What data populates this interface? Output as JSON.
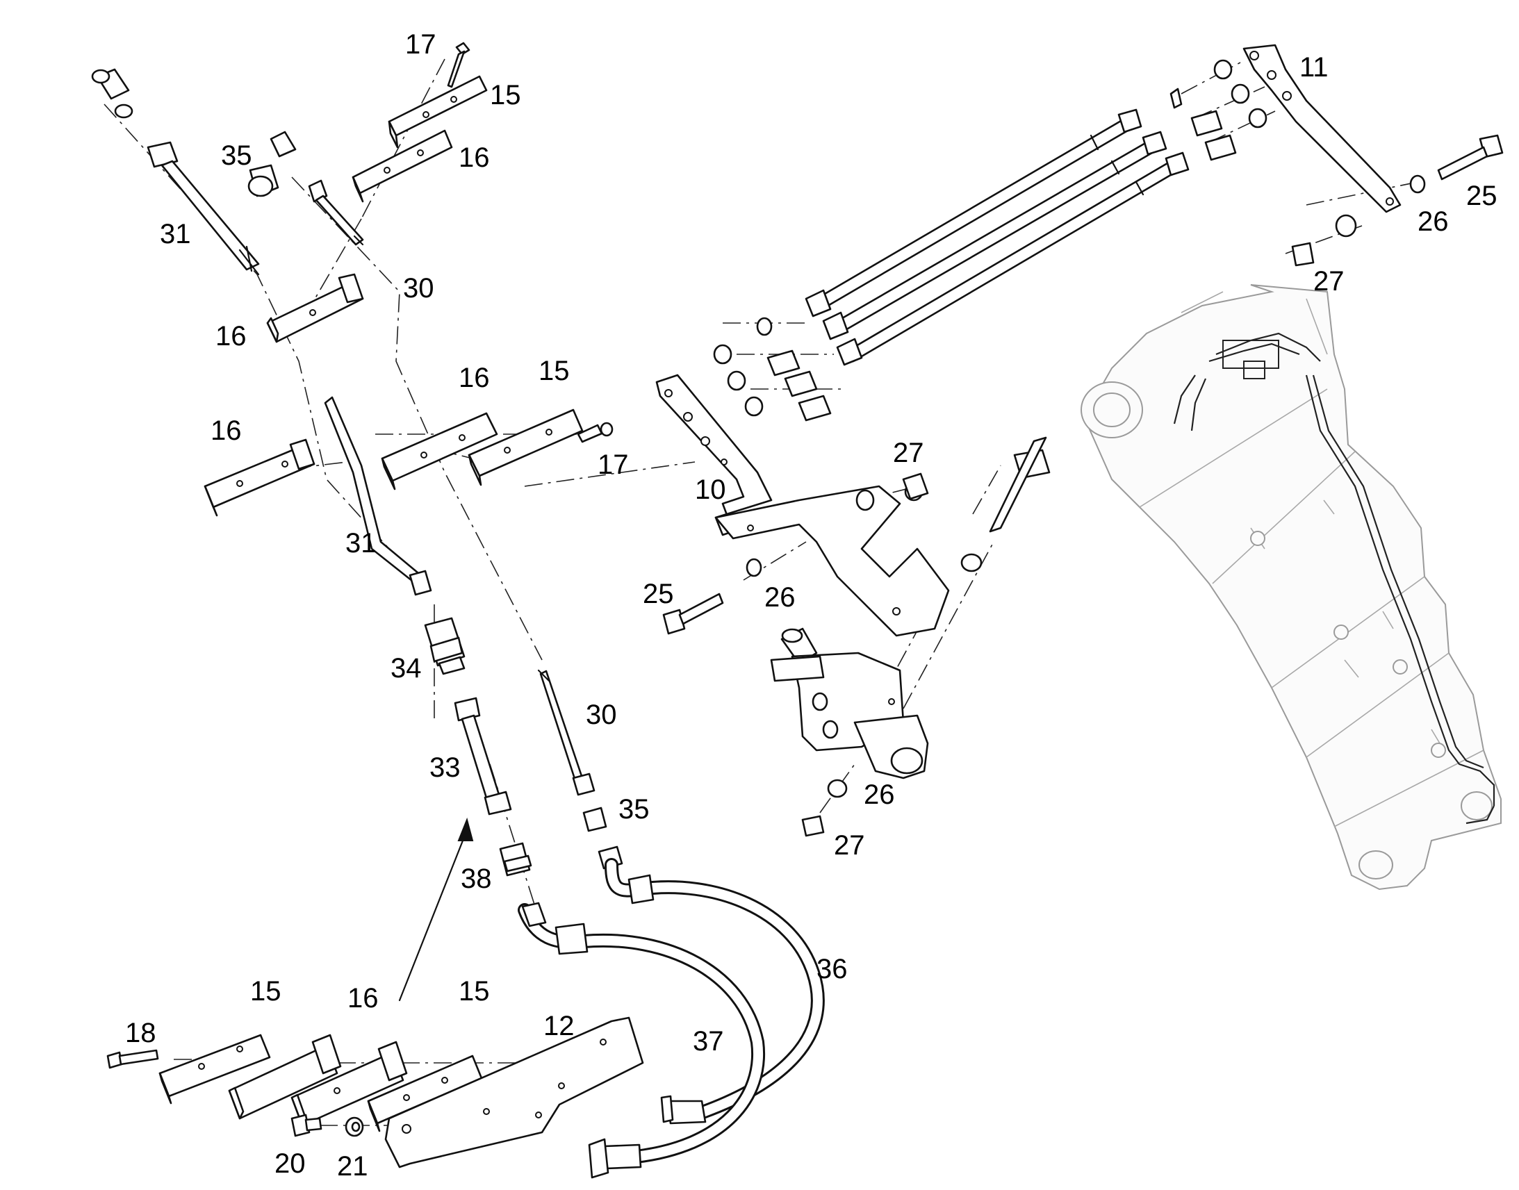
{
  "callouts": [
    {
      "id": "c17a",
      "text": "17"
    },
    {
      "id": "c15a",
      "text": "15"
    },
    {
      "id": "c35a",
      "text": "35"
    },
    {
      "id": "c16a",
      "text": "16"
    },
    {
      "id": "c31a",
      "text": "31"
    },
    {
      "id": "c30a",
      "text": "30"
    },
    {
      "id": "c16b",
      "text": "16"
    },
    {
      "id": "c16c",
      "text": "16"
    },
    {
      "id": "c15b",
      "text": "15"
    },
    {
      "id": "c16d",
      "text": "16"
    },
    {
      "id": "c17b",
      "text": "17"
    },
    {
      "id": "c31b",
      "text": "31"
    },
    {
      "id": "c34",
      "text": "34"
    },
    {
      "id": "c30b",
      "text": "30"
    },
    {
      "id": "c33",
      "text": "33"
    },
    {
      "id": "c35b",
      "text": "35"
    },
    {
      "id": "c38",
      "text": "38"
    },
    {
      "id": "c36",
      "text": "36"
    },
    {
      "id": "c37",
      "text": "37"
    },
    {
      "id": "c15c",
      "text": "15"
    },
    {
      "id": "c16e",
      "text": "16"
    },
    {
      "id": "c15d",
      "text": "15"
    },
    {
      "id": "c12",
      "text": "12"
    },
    {
      "id": "c18",
      "text": "18"
    },
    {
      "id": "c20",
      "text": "20"
    },
    {
      "id": "c21",
      "text": "21"
    },
    {
      "id": "c11",
      "text": "11"
    },
    {
      "id": "c25a",
      "text": "25"
    },
    {
      "id": "c26a",
      "text": "26"
    },
    {
      "id": "c27a",
      "text": "27"
    },
    {
      "id": "c10",
      "text": "10"
    },
    {
      "id": "c27b",
      "text": "27"
    },
    {
      "id": "c25b",
      "text": "25"
    },
    {
      "id": "c26b",
      "text": "26"
    },
    {
      "id": "c26c",
      "text": "26"
    },
    {
      "id": "c27c",
      "text": "27"
    }
  ],
  "colors": {
    "line": "#111111",
    "boom_outline": "#9a9a9a",
    "background": "#ffffff"
  }
}
